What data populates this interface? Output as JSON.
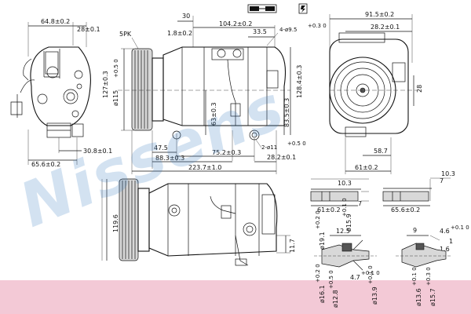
{
  "watermark": {
    "text": "Nissens"
  },
  "colors": {
    "background": "#ffffff",
    "line": "#111111",
    "watermark": "#3a7fc4",
    "bottom_band": "#f3c9d6"
  },
  "header_icons": {
    "left": "compressor-icon",
    "right": "bolt-icon"
  },
  "left_view": {
    "width_total": "64.8±0.2",
    "width_top": "28±0.1",
    "bottom_left": "65.6±0.2",
    "bottom_right": "30.8±0.1"
  },
  "side_view": {
    "pulley_label": "5PK",
    "top_30": "30",
    "top_1042": "104.2±0.2",
    "top_18": "1.8±0.2",
    "top_335": "33.5",
    "hole_top": "4-ø9.5",
    "hole_top_tol": "+0.3 0",
    "pulley_dia": "ø115",
    "pulley_dia_tol": "+0.5 0",
    "height_127": "127±0.3",
    "height_1284": "128.4±0.3",
    "height_835": "83.5±0.3",
    "height_63": "63±0.3",
    "len_475": "47.5",
    "len_752": "75.2±0.3",
    "len_883": "88.3±0.3",
    "hole_bottom": "2-ø11",
    "hole_bottom_tol": "+0.5 0",
    "len_282": "28.2±0.1",
    "len_2237": "223.7±1.0"
  },
  "right_view": {
    "width_915": "91.5±0.2",
    "width_282": "28.2±0.1",
    "height_28": "28",
    "width_587": "58.7",
    "width_61": "61±0.2"
  },
  "bottom_left_view": {
    "height_1196": "119.6",
    "height_117": "11.7"
  },
  "port_details": {
    "top_103": "10.3",
    "top_103b": "10.3",
    "top_7": "7",
    "top_61": "61±0.2",
    "top_656": "65.6±0.2",
    "top_7b": "7"
  },
  "fitting_left": {
    "d_125": "12.5",
    "d_1591": "ø15.9",
    "d_1591_tol": "+0.1 0",
    "d_1612": "ø16.1",
    "d_1612_tol": "+0.2 0",
    "d_471": "4.7",
    "d_471_tol": "+0.1 0",
    "d_1391": "ø13.9",
    "d_1391_tol": "+0.1 0",
    "d_1285": "ø12.8",
    "d_1285_tol": "+0.5 0",
    "d_1912": "ø19.1",
    "d_1912_tol": "+0.2 0"
  },
  "fitting_right": {
    "d_9": "9",
    "d_46": "4.6",
    "d_46_tol": "+0.1 0",
    "d_1": "1",
    "d_16": "1.6",
    "d_136": "ø13.6",
    "d_136_tol": "+0.1 0",
    "d_157": "ø15.7",
    "d_157_tol": "+0.3 0"
  }
}
